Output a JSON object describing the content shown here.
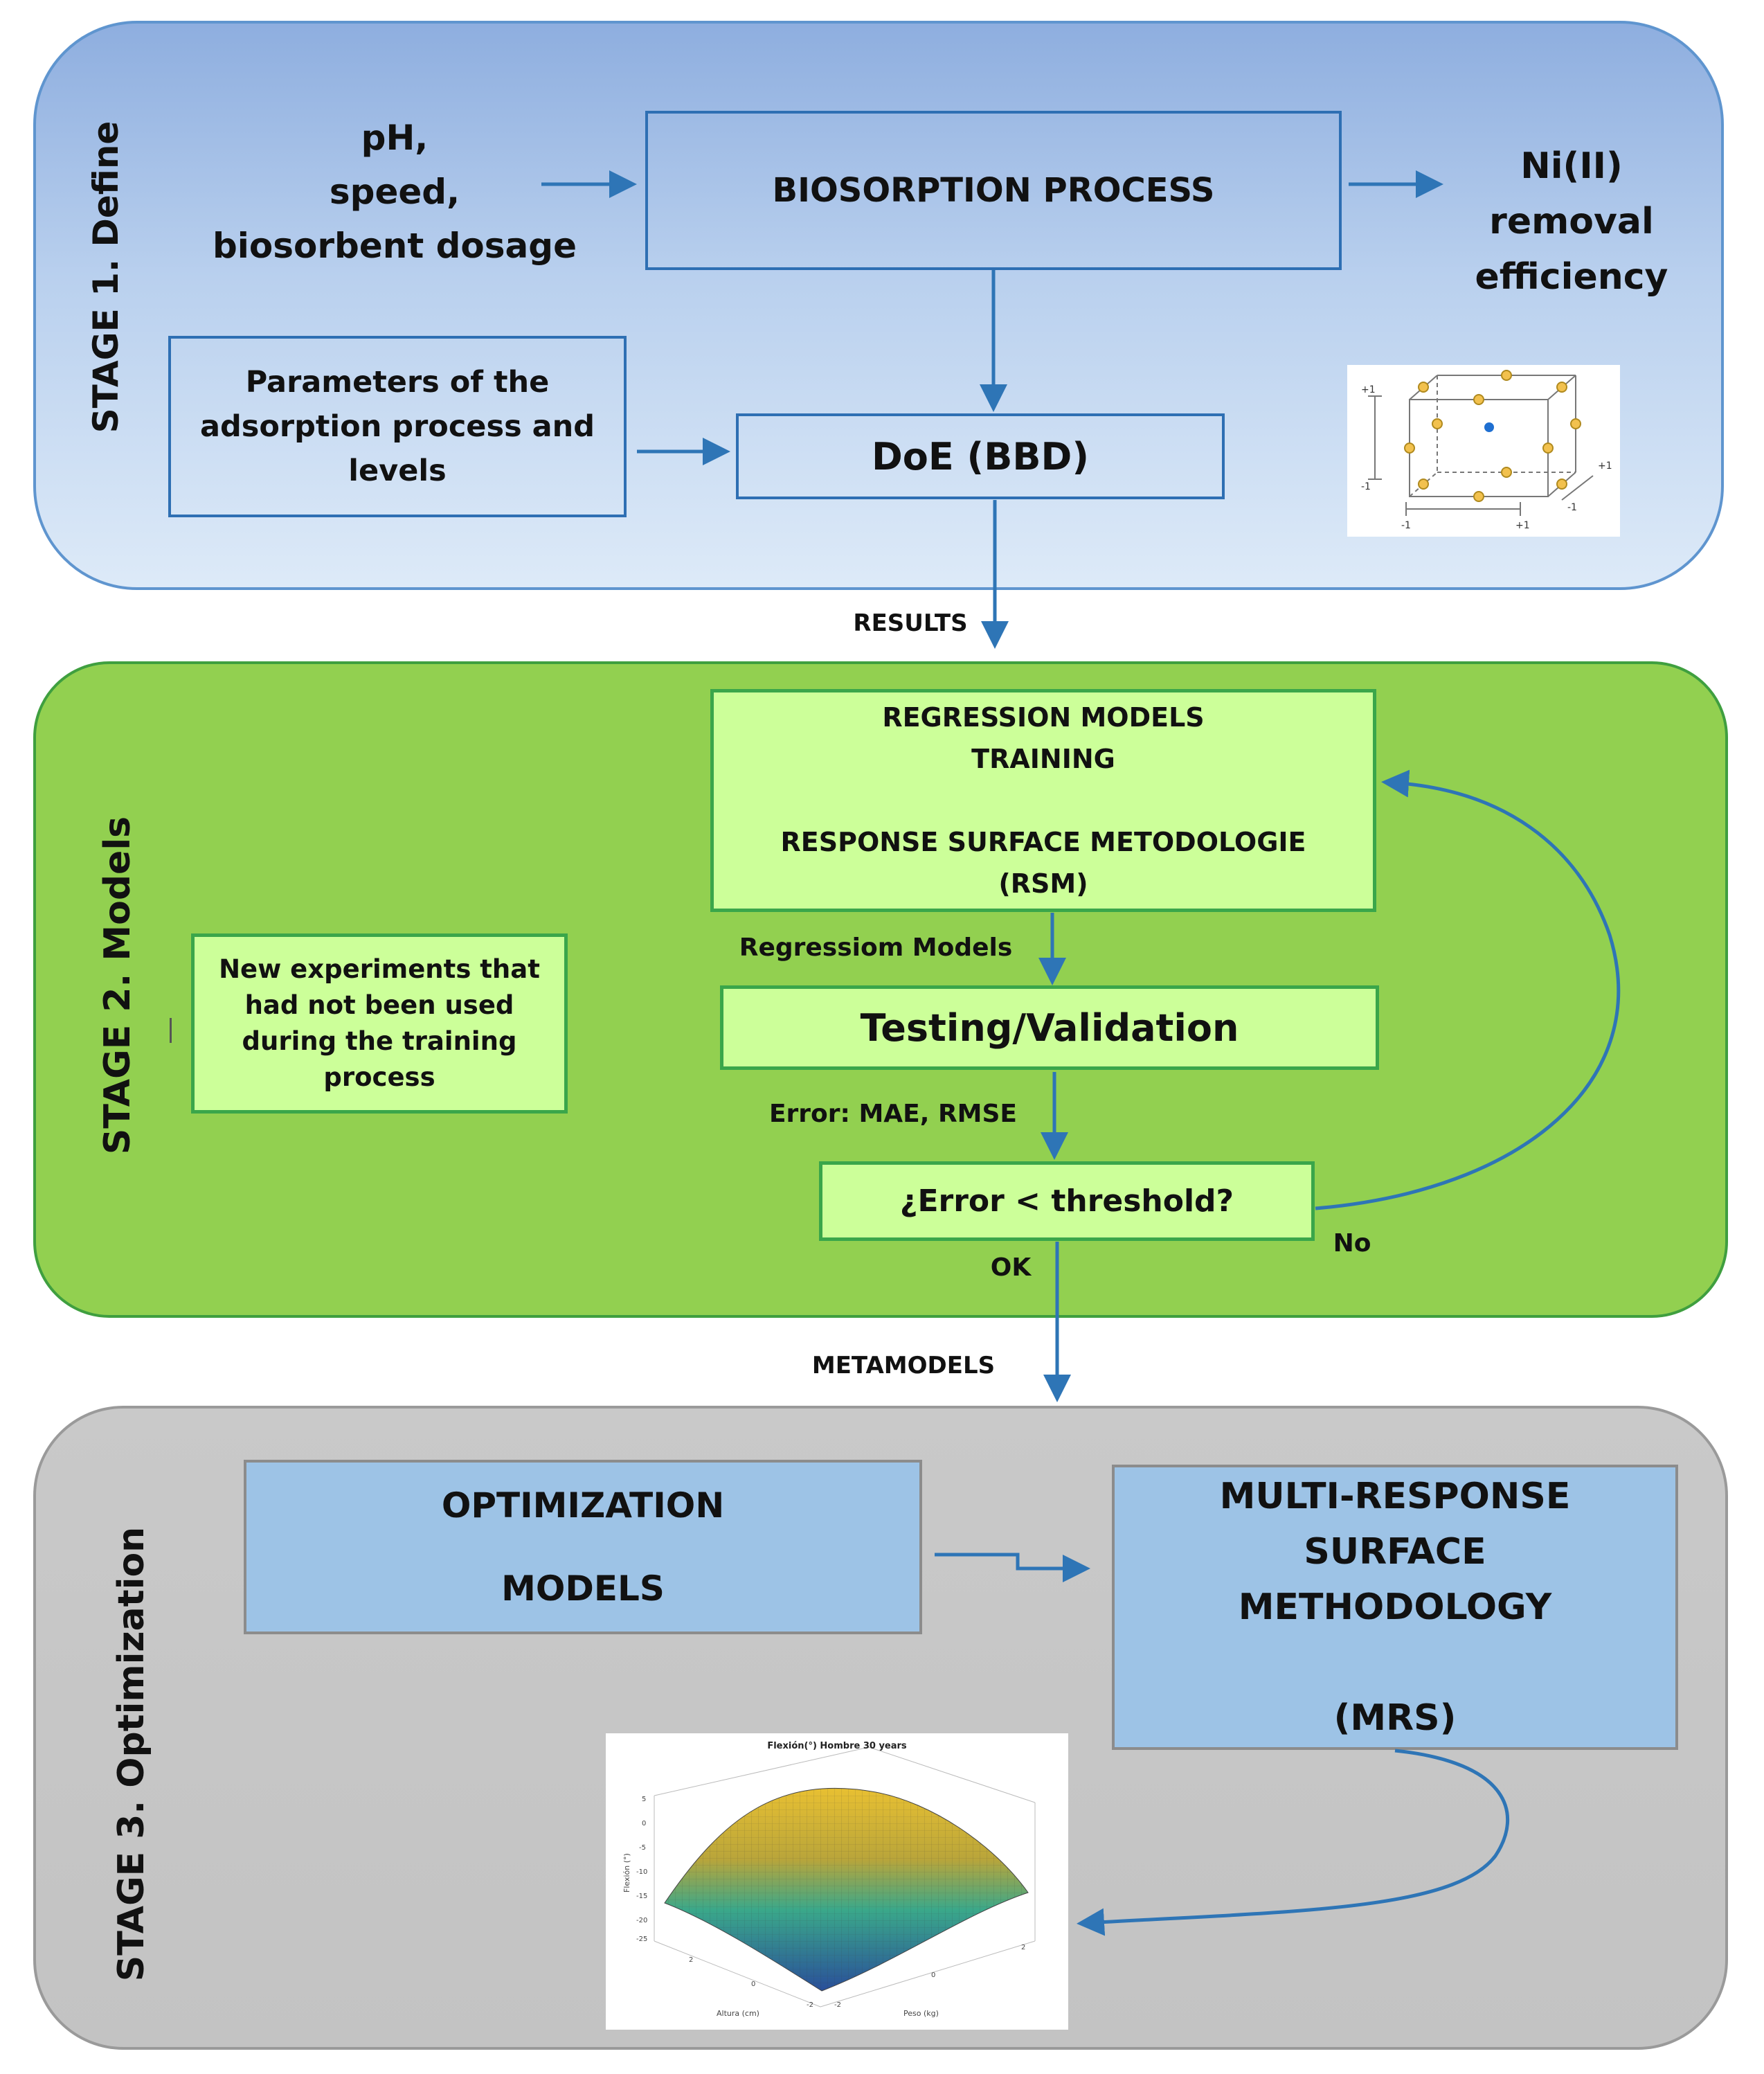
{
  "stage1": {
    "label": "STAGE 1. Define",
    "inputs": "pH,\nspeed,\nbiosorbent dosage",
    "process": "BIOSORPTION PROCESS",
    "output": "Ni(II)\nremoval\nefficiency",
    "parameters": "Parameters of the\nadsorption process and\nlevels",
    "doe": "DoE (BBD)",
    "bbd_axis": {
      "top": "+1",
      "bottom": "-1",
      "x_left": "-1",
      "x_right": "+1",
      "z_pos": "+1",
      "z_neg": "-1"
    }
  },
  "results_label": "RESULTS",
  "stage2": {
    "label": "STAGE 2. Models",
    "training": "REGRESSION MODELS\nTRAINING\n\nRESPONSE SURFACE METODOLOGIE\n(RSM)",
    "regression_label": "Regressiom Models",
    "testing": "Testing/Validation",
    "error_label": "Error: MAE, RMSE",
    "threshold": "¿Error < threshold?",
    "no_label": "No",
    "ok_label": "OK",
    "new_experiments": "New experiments that\nhad not been used\nduring the training\nprocess"
  },
  "metamodels_label": "METAMODELS",
  "stage3": {
    "label": "STAGE 3. Optimization",
    "optimization": "OPTIMIZATION\n\nMODELS",
    "mrs": "MULTI-RESPONSE\nSURFACE\nMETHODOLOGY\n\n(MRS)",
    "plot": {
      "title": "Flexión(°) Hombre 30 years",
      "zlabel": "Flexión (°)",
      "xlabel": "Altura (cm)",
      "ylabel": "Peso (kg)",
      "zticks": [
        "5",
        "0",
        "-5",
        "-10",
        "-15",
        "-20",
        "-25"
      ],
      "xticks": [
        "2",
        "0",
        "-2"
      ],
      "yticks": [
        "-2",
        "0",
        "2"
      ]
    }
  },
  "colors": {
    "arrow": "#2e75b6",
    "stage1_border": "#5f95cf",
    "stage2_fill": "#92d050",
    "stage3_fill": "#c3c3c3"
  }
}
